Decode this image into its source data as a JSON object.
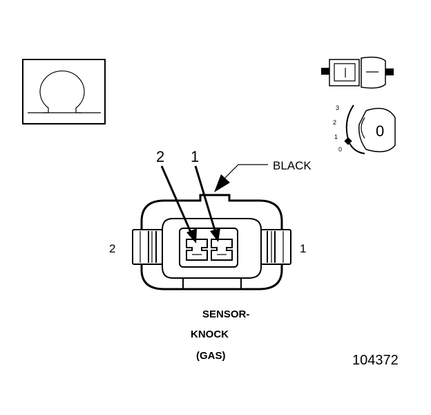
{
  "labels": {
    "omega_symbol": "Ω",
    "wire_color": "BLACK",
    "pin_callout_2": "2",
    "pin_callout_1": "1",
    "side_left": "2",
    "side_right": "1",
    "caption_line1": "SENSOR-",
    "caption_line2": "KNOCK",
    "caption_line3": "(GAS)",
    "figure_number": "104372",
    "dial_value": "0",
    "dial_tick_3": "3",
    "dial_tick_2": "2",
    "dial_tick_1": "1",
    "dial_tick_0": "0"
  }
}
